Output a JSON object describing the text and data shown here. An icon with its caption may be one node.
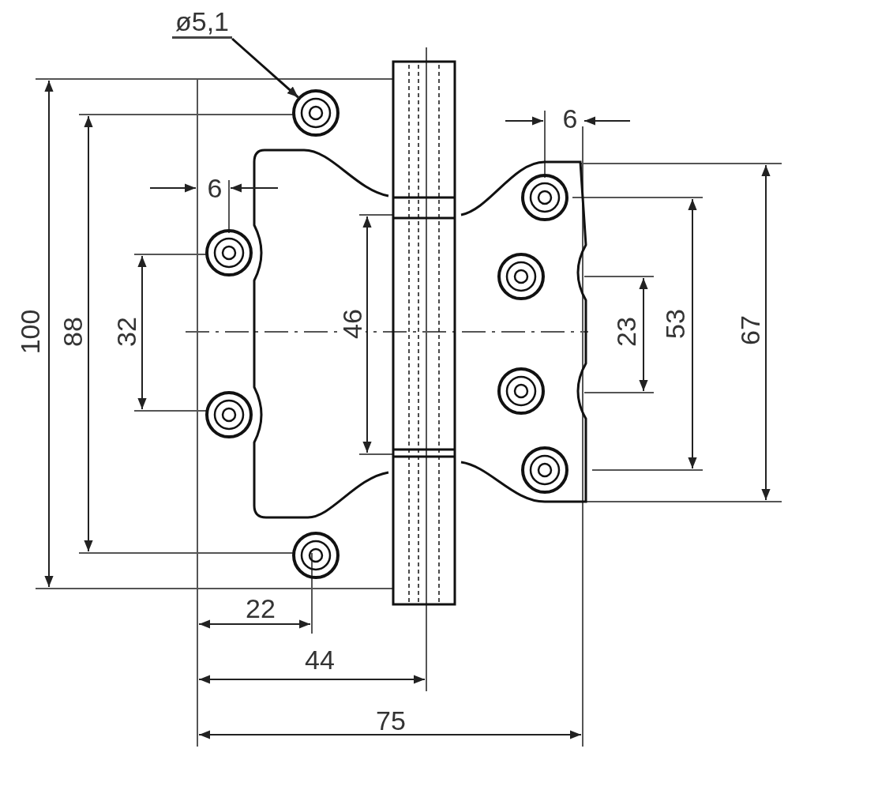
{
  "diagram": {
    "nodes": [
      {
        "text": [
          "ø5,1"
        ]
      },
      {
        "text": [],
        "shape": "circle"
      }
    ],
    "edges": [
      {
        "from": 0,
        "to": 1,
        "arrow": "to"
      }
    ],
    "labels": [
      "6",
      "6",
      "100",
      "88",
      "32",
      "46",
      "23",
      "53",
      "67",
      "22",
      "44",
      "75"
    ]
  }
}
